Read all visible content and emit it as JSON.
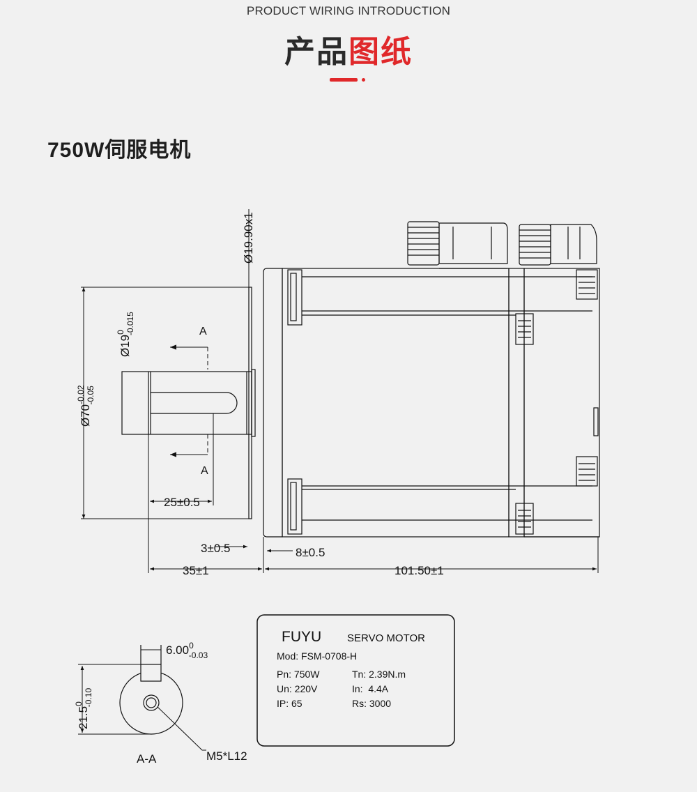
{
  "header": {
    "subtitle": "PRODUCT WIRING INTRODUCTION",
    "title_dark": "产品",
    "title_red": "图纸",
    "accent_color": "#e0282a"
  },
  "section": {
    "title": "750W伺服电机"
  },
  "dimensions": {
    "shaft_flange_dia": "Ø19.90x1",
    "shaft_dia_main": "Ø19",
    "shaft_dia_tol_upper": "0",
    "shaft_dia_tol_lower": "-0.015",
    "pilot_dia_main": "Ø70",
    "pilot_dia_tol_upper": "-0.02",
    "pilot_dia_tol_lower": "-0.05",
    "section_marker": "A",
    "key_length": "25±0.5",
    "flange_step": "3±0.5",
    "flange_thickness": "8±0.5",
    "shaft_length": "35±1",
    "body_length": "101.50±1"
  },
  "section_view": {
    "key_width_main": "6.00",
    "key_width_tol_upper": "0",
    "key_width_tol_lower": "-0.03",
    "shaft_height_main": "21.5",
    "shaft_height_tol_upper": "0",
    "shaft_height_tol_lower": "-0.10",
    "thread_label": "M5*L12",
    "view_label": "A-A"
  },
  "nameplate": {
    "brand": "FUYU",
    "product": "SERVO MOTOR",
    "model": "Mod: FSM-0708-H",
    "power": "Pn: 750W",
    "voltage": "Un: 220V",
    "ip": "IP: 65",
    "torque": "Tn: 2.39N.m",
    "current": "In:  4.4A",
    "speed": "Rs: 3000"
  }
}
